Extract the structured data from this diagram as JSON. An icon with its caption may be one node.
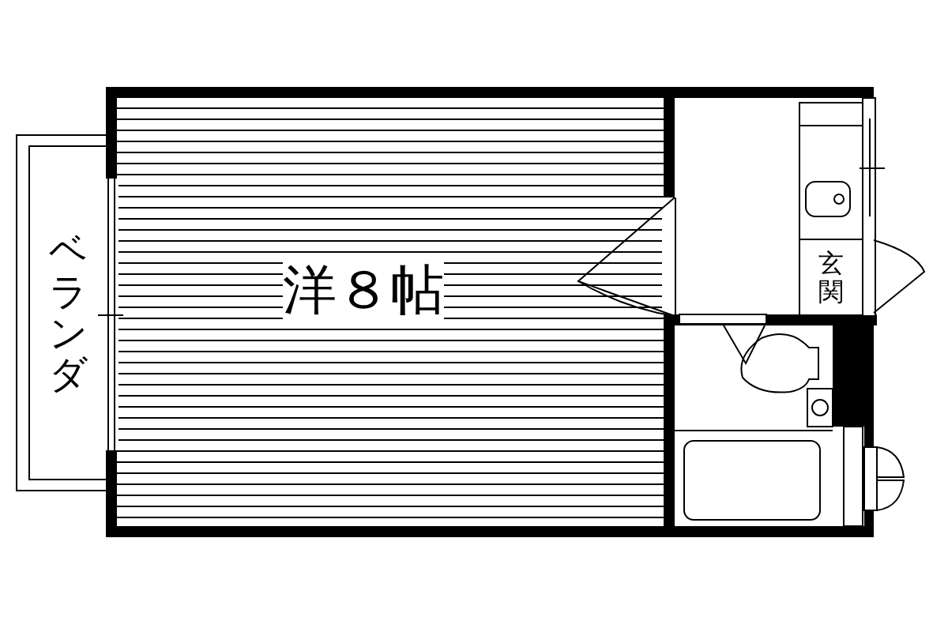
{
  "diagram": {
    "nodes": [
      {
        "text": [
          "洋８帖"
        ]
      },
      {
        "text": [
          "ベランダ"
        ]
      },
      {
        "text": [
          "玄関"
        ]
      }
    ]
  }
}
